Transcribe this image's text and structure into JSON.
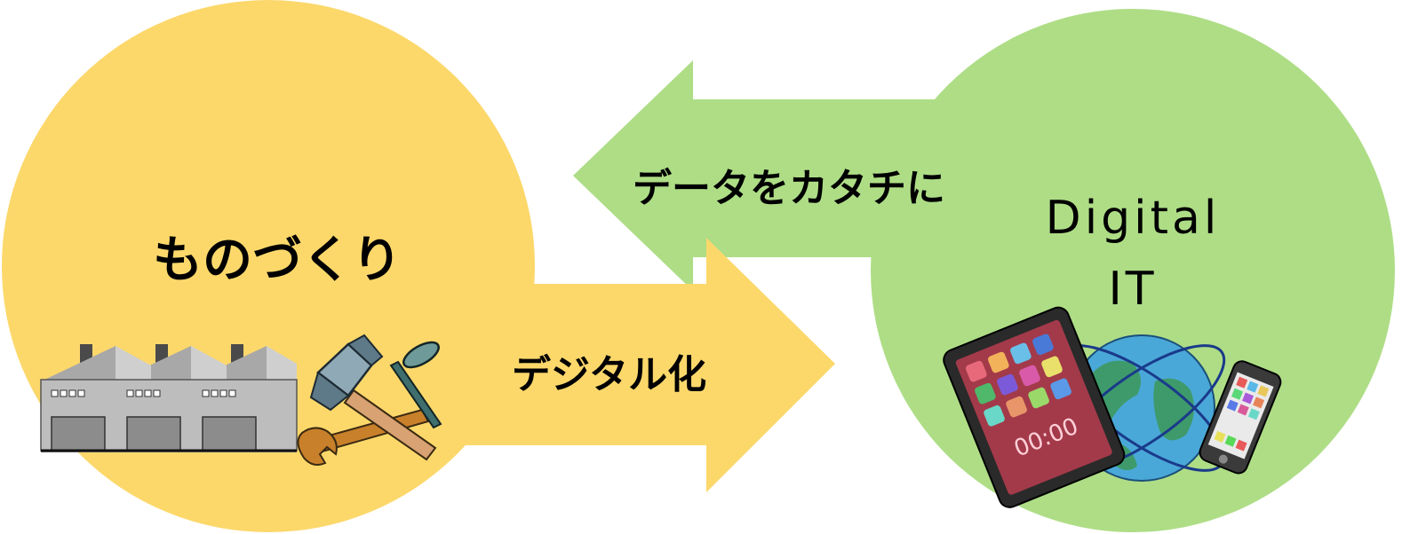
{
  "colors": {
    "monozukuri_circle": "#FCD86B",
    "digital_circle": "#AEDD86",
    "digitalization_arrow": "#FCD86B",
    "data_to_form_arrow": "#AEDD86",
    "text": "#000000"
  },
  "monozukuri": {
    "title": "ものづくり",
    "icons": [
      "factory-icon",
      "hammer-nail-wrench-icon"
    ]
  },
  "digital": {
    "line1": "Digital",
    "line2": "IT",
    "icons": [
      "tablet-icon",
      "globe-icon",
      "smartphone-icon"
    ]
  },
  "arrows": {
    "digitalization_label": "デジタル化",
    "data_to_form_label": "データをカタチに"
  },
  "tablet": {
    "clock": "00:00"
  }
}
